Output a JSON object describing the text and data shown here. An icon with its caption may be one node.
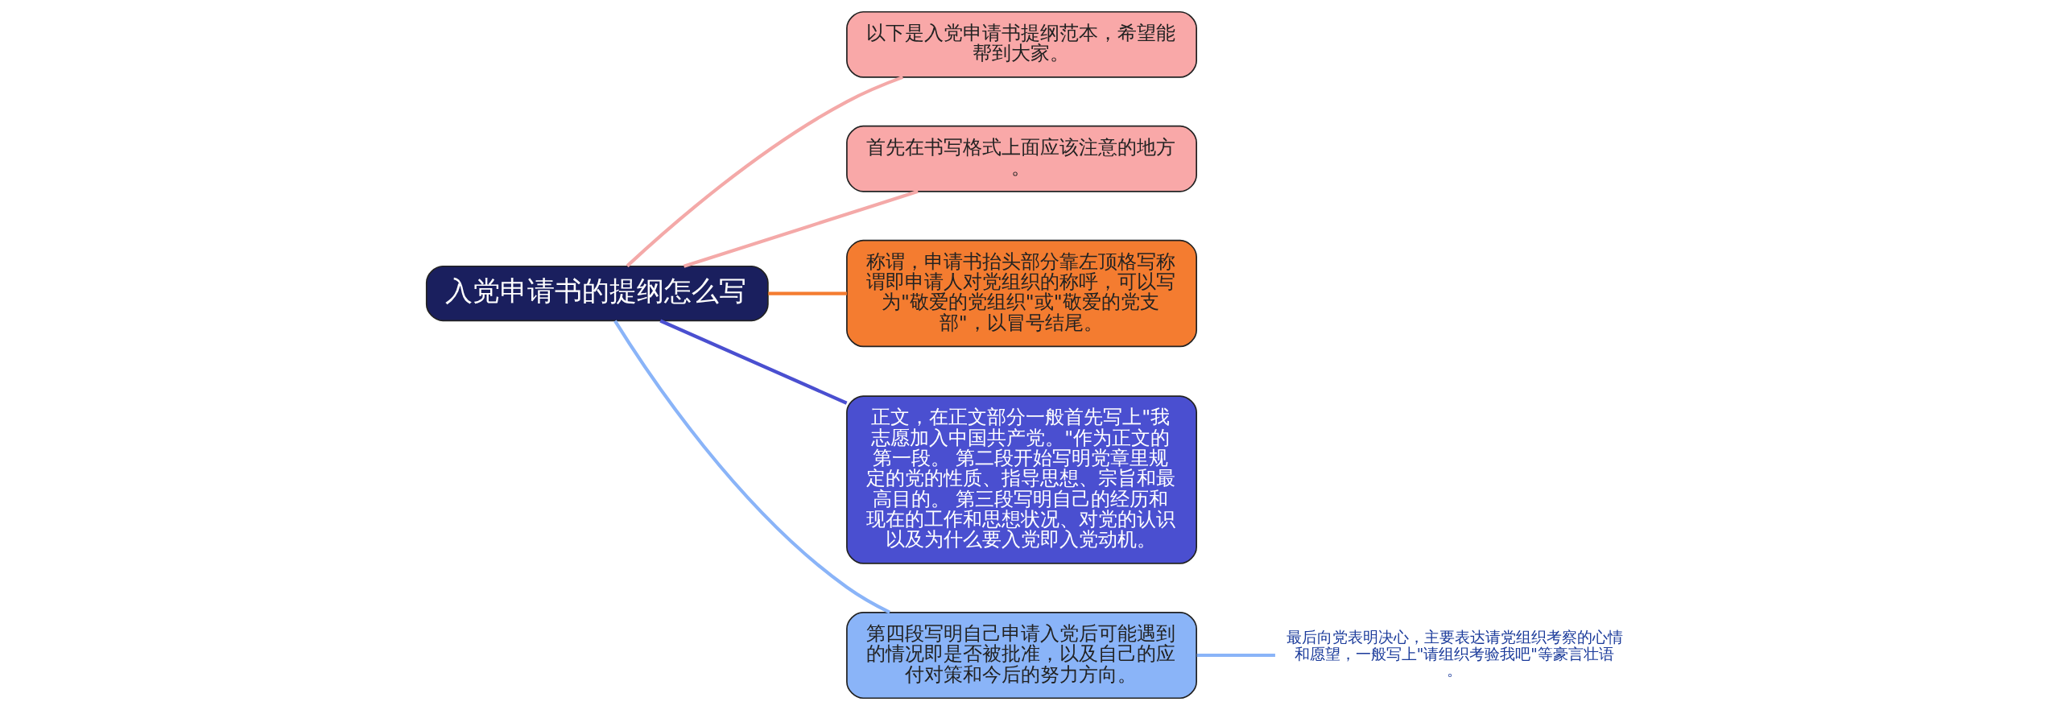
{
  "diagram": {
    "nodes": [
      {
        "text": [
          "入党申请书的提纲怎么写"
        ]
      },
      {
        "text": [
          "以下是入党申请书提纲范本，希望能帮到大家。"
        ]
      },
      {
        "text": [
          "首先在书写格式上面应该注意的地方。"
        ]
      },
      {
        "text": [
          "称谓，申请书抬头部分靠左顶格写称谓即申请人对党组织的称呼，可以写为\"敬爱的党组织\"或\"敬爱的党支部\"，以冒号结尾。"
        ]
      },
      {
        "text": [
          "正文，在正文部分一般首先写上\"我志愿加入中国共产党。\"作为正文的第一段。 第二段开始写明党章里规定的党的性质、指导思想、宗旨和最高目的。 第三段写明自己的经历和现在的工作和思想状况、对党的认识以及为什么要入党即入党动机。"
        ]
      },
      {
        "text": [
          "第四段写明自己申请入党后可能遇到的情况即是否被批准，以及自己的应付对策和今后的努力方向。"
        ]
      },
      {
        "text": [
          "最后向党表明决心，主要表达请党组织考察的心情和愿望，一般写上\"请组织考验我吧\"等豪言壮语。"
        ]
      }
    ],
    "edges": [
      {
        "from": 0,
        "to": 1,
        "arrow": "none",
        "color": "#f4a9a8"
      },
      {
        "from": 0,
        "to": 2,
        "arrow": "none",
        "color": "#f4a9a8"
      },
      {
        "from": 0,
        "to": 3,
        "arrow": "none",
        "color": "#f47c30"
      },
      {
        "from": 0,
        "to": 4,
        "arrow": "none",
        "color": "#4a4fd0"
      },
      {
        "from": 0,
        "to": 5,
        "arrow": "none",
        "color": "#8ab4f8"
      },
      {
        "from": 5,
        "to": 6,
        "arrow": "none",
        "color": "#8ab4f8"
      }
    ]
  }
}
